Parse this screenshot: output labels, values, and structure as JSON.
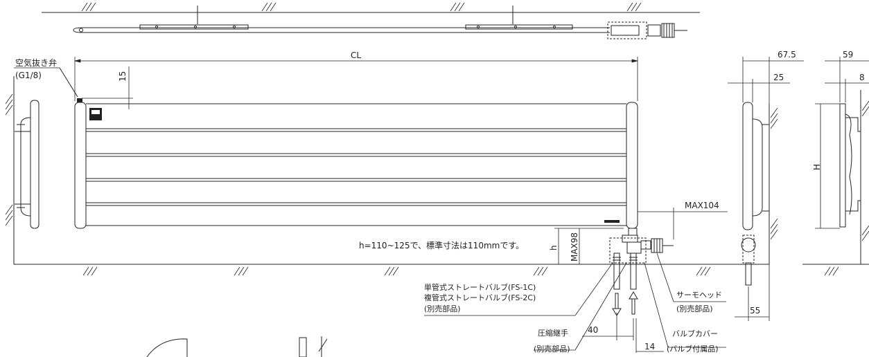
{
  "labels": {
    "air_vent": "空気抜き弁",
    "air_vent_size": "(G1/8)",
    "cl": "CL",
    "dim_15": "15",
    "dim_67_5": "67.5",
    "dim_25": "25",
    "dim_59": "59",
    "dim_8": "8",
    "dim_H": "H",
    "dim_h": "h",
    "max104": "MAX104",
    "max98": "MAX98",
    "note": "h=110~125で、標準寸法は110mmです。",
    "valve_single": "単管式ストレートバルブ(FS-1C)",
    "valve_double": "複管式ストレートバルブ(FS-2C)",
    "sold_separately_1": "(別売部品)",
    "compression_fitting": "圧縮継手",
    "sold_separately_2": "(別売部品)",
    "thermo_head": "サーモヘッド",
    "sold_separately_3": "(別売部品)",
    "valve_cover": "バルブカバー",
    "valve_cover_note": "(バルブ付属品)",
    "dim_40": "40",
    "dim_14": "14",
    "dim_55": "55"
  }
}
